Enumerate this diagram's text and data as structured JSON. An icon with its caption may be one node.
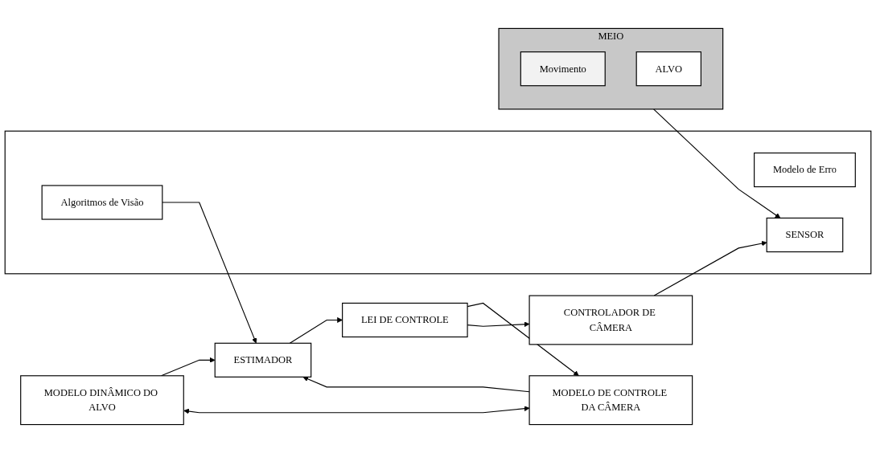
{
  "diagram": {
    "nodes": [
      {
        "text": [
          "ESTIMADOR"
        ]
      },
      {
        "text": [],
        "shape": "box"
      },
      {
        "text": [
          "Algoritmos de Visão"
        ],
        "in": 1
      },
      {
        "text": [
          "Modelo de Erro"
        ],
        "in": 1
      },
      {
        "text": [
          "SENSOR"
        ],
        "in": 1
      },
      {
        "text": [
          "MEIO"
        ]
      },
      {
        "text": [
          "Movimento"
        ],
        "in": 5
      },
      {
        "text": [
          "ALVO"
        ],
        "in": 5
      },
      {
        "text": [
          "MODELO DINÂMICO DO ALVO"
        ]
      },
      {
        "text": [
          "MODELO DE CONTROLE DA CÂMERA"
        ]
      },
      {
        "text": [
          "CONTROLADOR DE CÂMERA"
        ]
      },
      {
        "text": [
          "LEI DE CONTROLE"
        ]
      }
    ],
    "edges": [
      {
        "from": 5,
        "to": 4,
        "arrow": "to"
      },
      {
        "from": 2,
        "to": 0,
        "arrow": "to"
      },
      {
        "from": 8,
        "to": 0,
        "arrow": "to"
      },
      {
        "from": 9,
        "to": 0,
        "arrow": "to"
      },
      {
        "from": 10,
        "to": 4,
        "arrow": "to"
      },
      {
        "from": 0,
        "to": 11,
        "arrow": "to"
      },
      {
        "from": 8,
        "to": 9,
        "arrow": "both"
      },
      {
        "from": 11,
        "to": 9,
        "arrow": "to"
      },
      {
        "from": 11,
        "to": 10,
        "arrow": "to"
      }
    ]
  }
}
